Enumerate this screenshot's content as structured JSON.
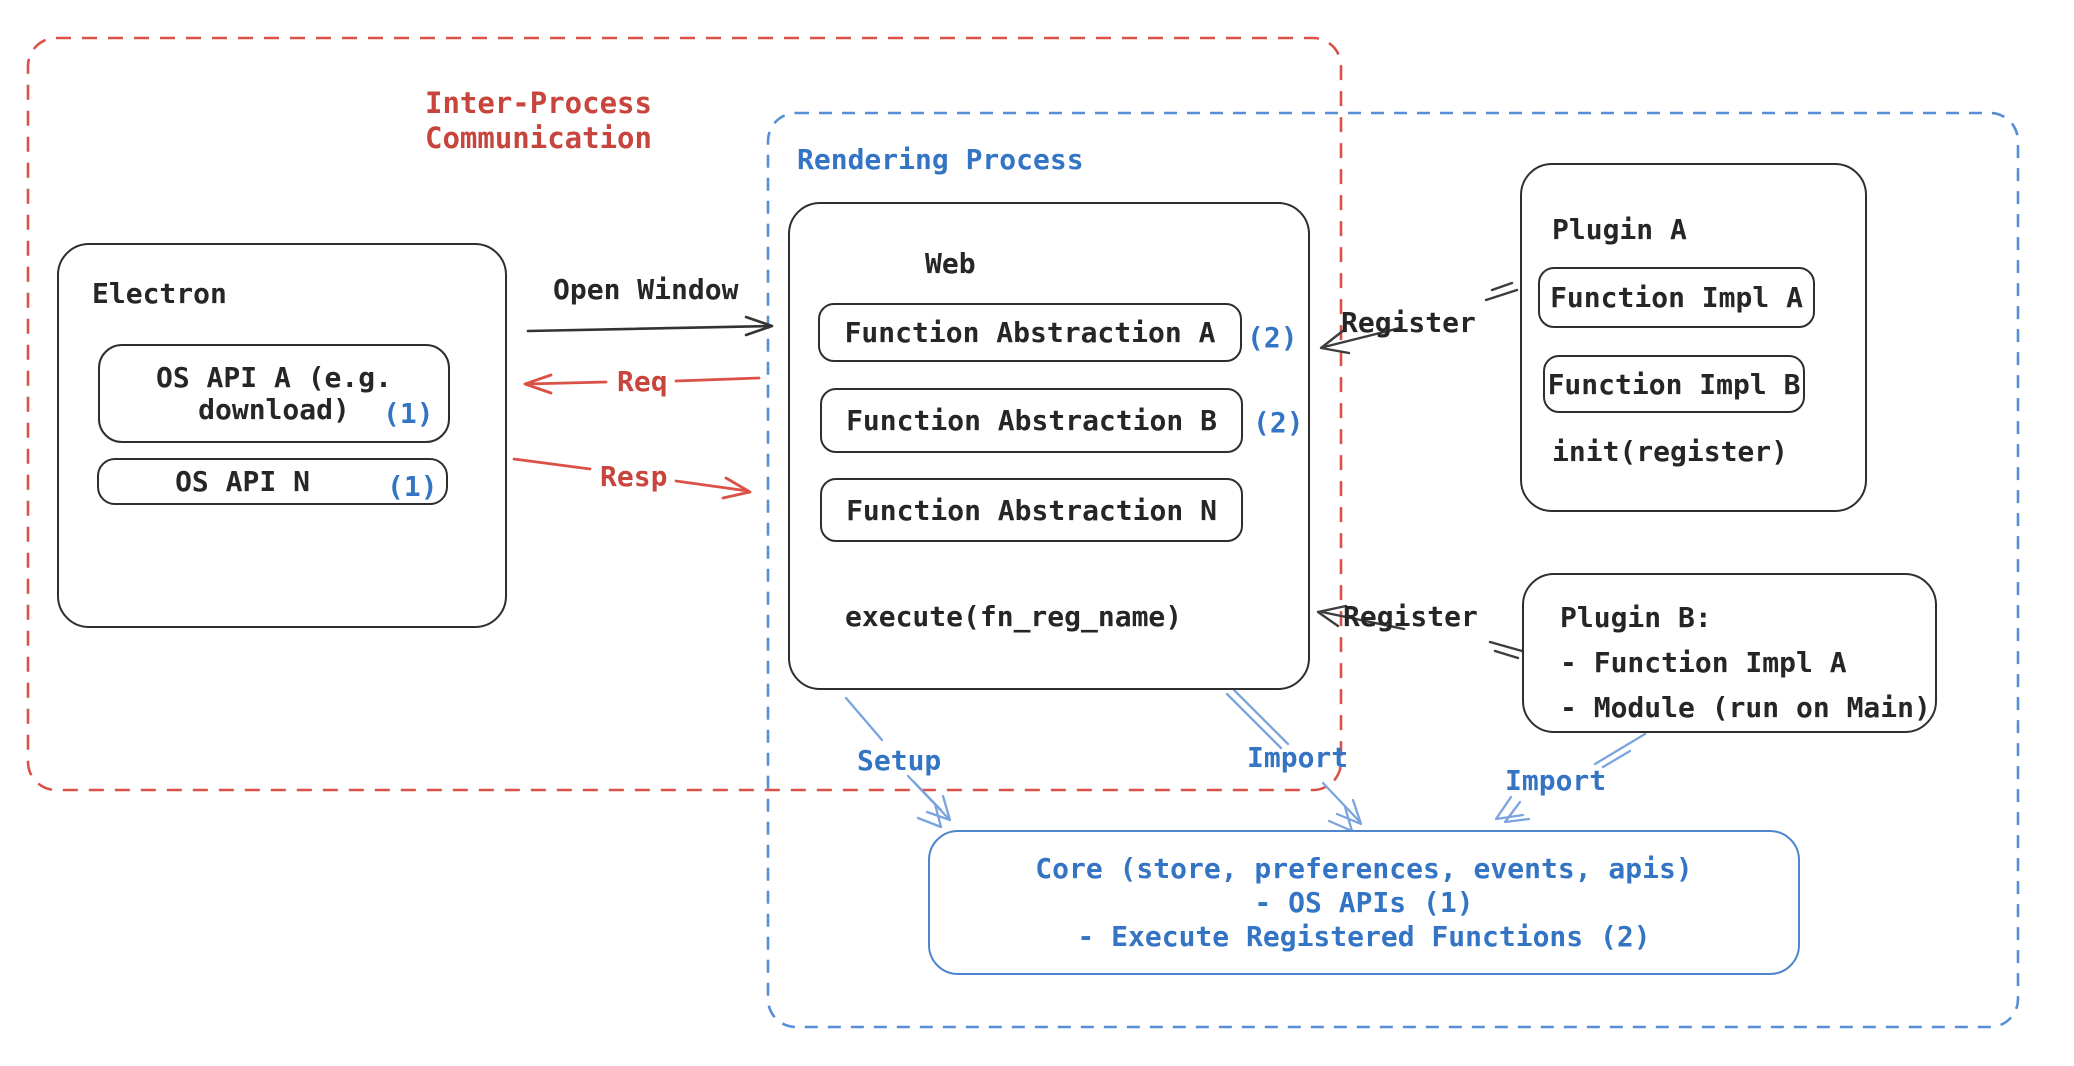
{
  "colors": {
    "background": "#ffffff",
    "black": "#2e2e2e",
    "red_text": "#c8453e",
    "red_stroke": "#da5147",
    "blue_text": "#3474c4",
    "blue_dash": "#568fd6",
    "blue_arrow": "#7ba4de",
    "core_border": "#4d86cf",
    "register_line": "#3d3d3d"
  },
  "ipc": {
    "label_line1": "Inter-Process",
    "label_line2": "Communication"
  },
  "rendering": {
    "label": "Rendering Process"
  },
  "electron": {
    "title": "Electron",
    "os_api_a_line1": "OS API A (e.g.",
    "os_api_a_line2": "download)",
    "os_api_a_badge": "(1)",
    "os_api_n": "OS API N",
    "os_api_n_badge": "(1)"
  },
  "web": {
    "title": "Web",
    "fa_a": "Function Abstraction A",
    "fa_a_badge": "(2)",
    "fa_b": "Function Abstraction B",
    "fa_b_badge": "(2)",
    "fa_n": "Function Abstraction N",
    "execute": "execute(fn_reg_name)"
  },
  "plugin_a": {
    "title": "Plugin A",
    "impl_a": "Function Impl A",
    "impl_b": "Function Impl B",
    "init": "init(register)"
  },
  "plugin_b": {
    "line1": "Plugin B:",
    "line2": "- Function Impl A",
    "line3": "- Module (run on Main)"
  },
  "core": {
    "line1": "Core (store, preferences, events, apis)",
    "line2": "- OS APIs (1)",
    "line3": "- Execute Registered Functions (2)"
  },
  "arrows": {
    "open_window": "Open Window",
    "req": "Req",
    "resp": "Resp",
    "register_top": "Register",
    "register_bottom": "Register",
    "setup": "Setup",
    "import_web": "Import",
    "import_plugin": "Import"
  }
}
